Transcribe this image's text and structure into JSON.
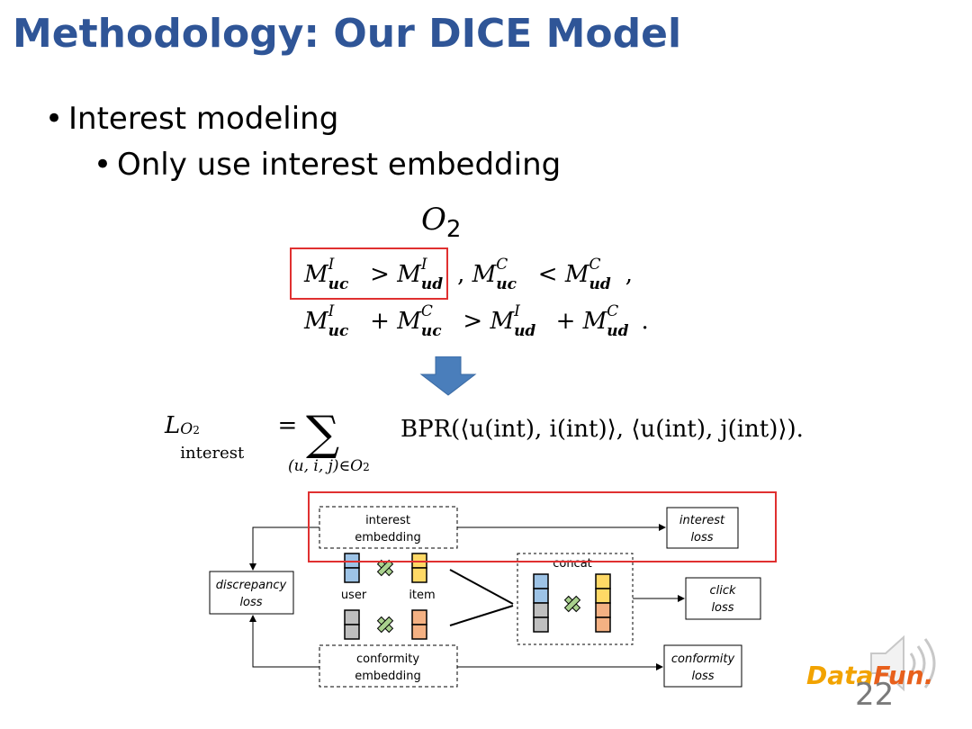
{
  "slide": {
    "title": "Methodology: Our DICE Model",
    "bullet_level1": "Interest modeling",
    "bullet_level2": "Only use interest embedding",
    "set_symbol": "O",
    "set_subscript": "2",
    "page_number": "22"
  },
  "equations": {
    "line1": {
      "term_a": "M",
      "term_a_sup": "I",
      "term_a_sub": "uc",
      "op1": ">",
      "term_b": "M",
      "term_b_sup": "I",
      "term_b_sub": "ud",
      "sep1": ",",
      "term_c": "M",
      "term_c_sup": "C",
      "term_c_sub": "uc",
      "op2": "<",
      "term_d": "M",
      "term_d_sup": "C",
      "term_d_sub": "ud",
      "sep2": ","
    },
    "line2": {
      "term_a": "M",
      "term_a_sup": "I",
      "term_a_sub": "uc",
      "op1": "+",
      "term_b": "M",
      "term_b_sup": "C",
      "term_b_sub": "uc",
      "op2": ">",
      "term_c": "M",
      "term_c_sup": "I",
      "term_c_sub": "ud",
      "op3": "+",
      "term_d": "M",
      "term_d_sup": "C",
      "term_d_sub": "ud",
      "end": "."
    },
    "loss": {
      "lhs": "L",
      "lhs_sup": "O",
      "lhs_sup_sub": "2",
      "lhs_sub": "interest",
      "equals": "=",
      "sum_symbol": "∑",
      "sum_index": "(u, i, j)∈O",
      "sum_index_sub": "2",
      "rhs": "BPR(⟨u(int), i(int)⟩, ⟨u(int), j(int)⟩)."
    }
  },
  "diagram": {
    "interest_embedding": [
      "interest",
      "embedding"
    ],
    "conformity_embedding": [
      "conformity",
      "embedding"
    ],
    "interest_loss": [
      "interest",
      "loss"
    ],
    "click_loss": [
      "click",
      "loss"
    ],
    "conformity_loss": [
      "conformity",
      "loss"
    ],
    "discrepancy_loss": [
      "discrepancy",
      "loss"
    ],
    "concat": "concat",
    "user": "user",
    "item": "item",
    "colors": {
      "user_interest": "#9dc3e6",
      "item_interest": "#ffd966",
      "user_conformity": "#bfbfbf",
      "item_conformity": "#f4b183",
      "cross": "#a9d18e",
      "highlight": "#e03030",
      "arrow": "#4a7ebb"
    }
  },
  "logo": {
    "text_a": "Data",
    "text_b": "Fun."
  }
}
